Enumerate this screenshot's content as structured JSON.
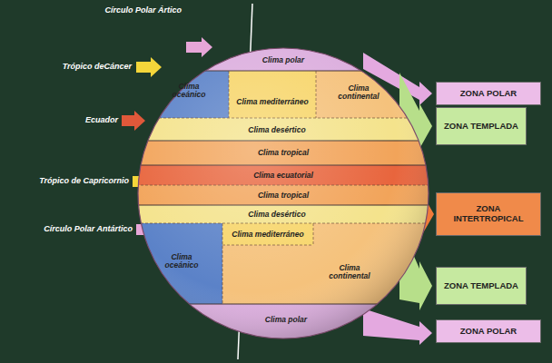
{
  "diagram": {
    "nodes": [
      {
        "text": [
          "ZONA POLAR"
        ]
      },
      {
        "text": [
          "ZONA TEMPLADA"
        ]
      },
      {
        "text": [
          "ZONA INTERTROPICAL"
        ]
      },
      {
        "text": [
          "ZONA TEMPLADA"
        ]
      },
      {
        "text": [
          "ZONA POLAR"
        ]
      }
    ],
    "labels": [
      "Círculo Polar Ártico",
      "Trópico deCáncer",
      "Ecuador",
      "Trópico de Capricornio",
      "Círculo Polar Antártico",
      "Clima polar",
      "Clima oceánico",
      "Clima mediterráneo",
      "Clima continental",
      "Clima desértico",
      "Clima tropical",
      "Clima ecuatorial",
      "Clima tropical",
      "Clima desértico",
      "Clima oceánico",
      "Clima mediterráneo",
      "Clima continental",
      "Clima polar"
    ]
  }
}
